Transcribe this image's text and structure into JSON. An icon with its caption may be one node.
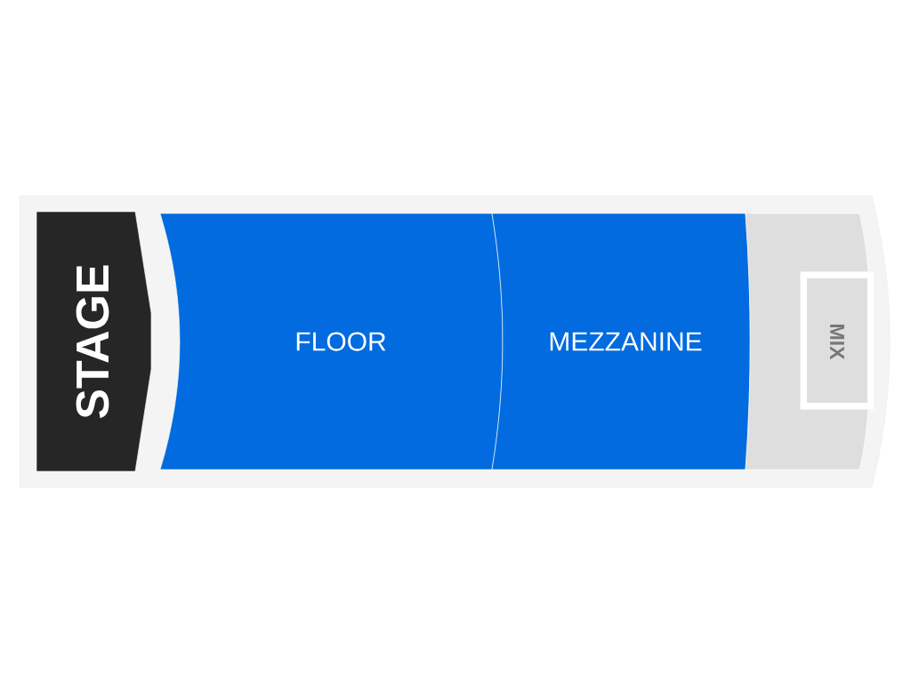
{
  "diagram": {
    "nodes": [
      {
        "text": [
          "STAGE"
        ]
      },
      {
        "text": [
          "FLOOR"
        ]
      },
      {
        "text": [
          "MEZZANINE"
        ]
      },
      {
        "text": [],
        "shape": "box"
      },
      {
        "text": [
          "MIX"
        ],
        "in": 3
      }
    ]
  }
}
